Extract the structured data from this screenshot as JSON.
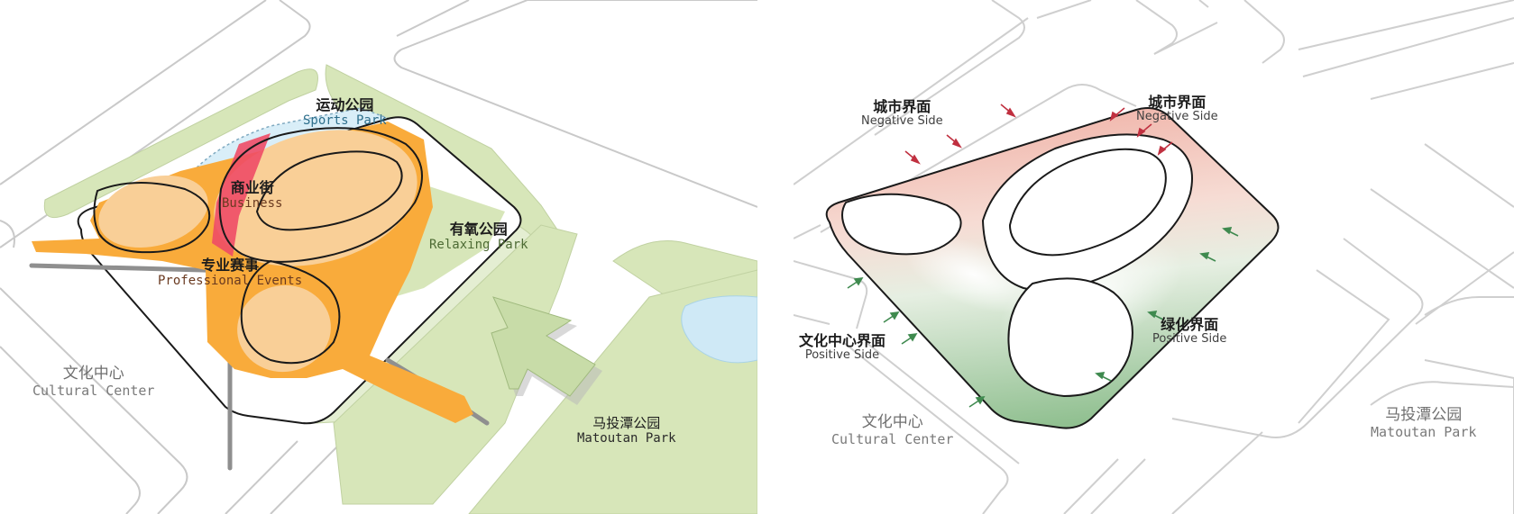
{
  "left_panel": {
    "sports_park": {
      "cn": "运动公园",
      "en": "Sports Park"
    },
    "business": {
      "cn": "商业街",
      "en": "Business"
    },
    "relaxing_park": {
      "cn": "有氧公园",
      "en": "Relaxing Park"
    },
    "professional_events": {
      "cn": "专业赛事",
      "en": "Professional Events"
    },
    "cultural_center": {
      "cn": "文化中心",
      "en": "Cultural Center"
    },
    "matoutan_park": {
      "cn": "马投潭公园",
      "en": "Matoutan Park"
    }
  },
  "right_panel": {
    "negative_left": {
      "cn": "城市界面",
      "en": "Negative Side"
    },
    "negative_right": {
      "cn": "城市界面",
      "en": "Negative Side"
    },
    "positive_left": {
      "cn": "文化中心界面",
      "en": "Positive Side"
    },
    "positive_right": {
      "cn": "绿化界面",
      "en": "Positive Side"
    },
    "cultural_center": {
      "cn": "文化中心",
      "en": "Cultural Center"
    },
    "matoutan_park": {
      "cn": "马投潭公园",
      "en": "Matoutan Park"
    }
  },
  "colors": {
    "orange": "#f9ab3b",
    "light_orange": "#f9cf97",
    "green": "#d7e6b9",
    "blue": "#d9eef8",
    "pink": "#ee4b66",
    "arrow_red": "#c03040",
    "arrow_green": "#3f8a4f"
  }
}
